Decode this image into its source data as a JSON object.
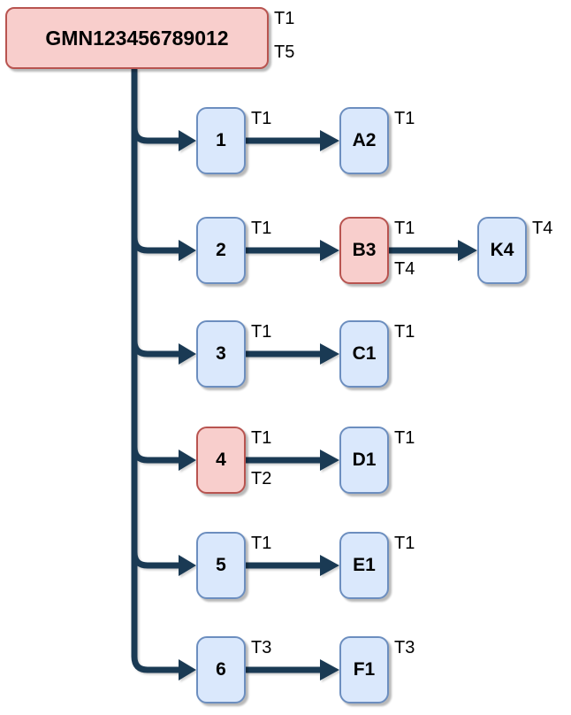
{
  "diagram": {
    "colors": {
      "edge": "#1a3a54",
      "blue_fill": "#dae8fc",
      "blue_border": "#6c8ebf",
      "red_fill": "#f8cecc",
      "red_border": "#b85450"
    },
    "root": {
      "label": "GMN123456789012",
      "variant": "red",
      "tag_top": "T1",
      "tag_bottom": "T5"
    },
    "rows": [
      {
        "mid": {
          "label": "1",
          "variant": "blue",
          "tag_top": "T1"
        },
        "leaf": {
          "label": "A2",
          "variant": "blue",
          "tag_top": "T1"
        }
      },
      {
        "mid": {
          "label": "2",
          "variant": "blue",
          "tag_top": "T1"
        },
        "leaf": {
          "label": "B3",
          "variant": "red",
          "tag_top": "T1",
          "tag_bottom": "T4"
        },
        "extra": {
          "label": "K4",
          "variant": "blue",
          "tag_top": "T4"
        }
      },
      {
        "mid": {
          "label": "3",
          "variant": "blue",
          "tag_top": "T1"
        },
        "leaf": {
          "label": "C1",
          "variant": "blue",
          "tag_top": "T1"
        }
      },
      {
        "mid": {
          "label": "4",
          "variant": "red",
          "tag_top": "T1",
          "tag_bottom": "T2"
        },
        "leaf": {
          "label": "D1",
          "variant": "blue",
          "tag_top": "T1"
        }
      },
      {
        "mid": {
          "label": "5",
          "variant": "blue",
          "tag_top": "T1"
        },
        "leaf": {
          "label": "E1",
          "variant": "blue",
          "tag_top": "T1"
        }
      },
      {
        "mid": {
          "label": "6",
          "variant": "blue",
          "tag_top": "T3"
        },
        "leaf": {
          "label": "F1",
          "variant": "blue",
          "tag_top": "T3"
        }
      }
    ]
  }
}
